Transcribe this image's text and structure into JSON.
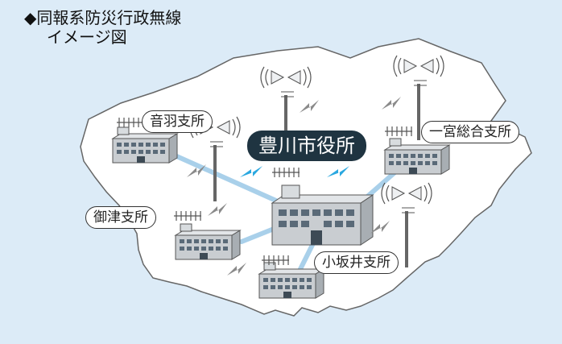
{
  "title_line1": "◆同報系防災行政無線",
  "title_line2": "イメージ図",
  "labels": {
    "city_hall": "豊川市役所",
    "otowa": "音羽支所",
    "ichinomiya": "一宮総合支所",
    "mito": "御津支所",
    "kosakai": "小坂井支所"
  },
  "colors": {
    "background": "#dcebf7",
    "map_fill": "#ffffff",
    "link_line": "#a9d0ea",
    "signal_blue": "#2aa8e0",
    "signal_gray": "#8a8a8a",
    "building": "#c9cdd1",
    "city_hall_label": "#1f3441"
  }
}
